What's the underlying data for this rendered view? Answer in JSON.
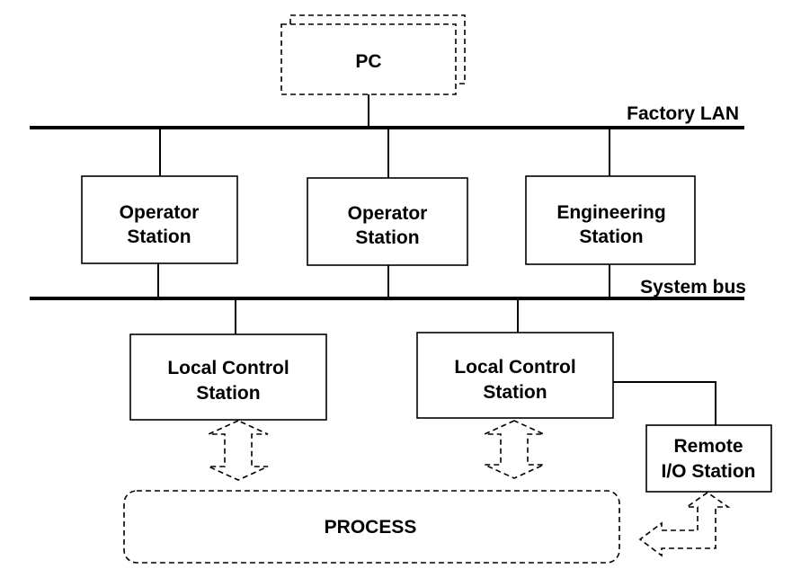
{
  "pc": {
    "label": "PC"
  },
  "factory_lan": {
    "label": "Factory LAN"
  },
  "system_bus": {
    "label": "System bus"
  },
  "operator_station_1": {
    "line1": "Operator",
    "line2": "Station"
  },
  "operator_station_2": {
    "line1": "Operator",
    "line2": "Station"
  },
  "engineering_station": {
    "line1": "Engineering",
    "line2": "Station"
  },
  "local_control_station_1": {
    "line1": "Local Control",
    "line2": "Station"
  },
  "local_control_station_2": {
    "line1": "Local Control",
    "line2": "Station"
  },
  "remote_io_station": {
    "line1": "Remote",
    "line2": "I/O Station"
  },
  "process": {
    "label": "PROCESS"
  }
}
